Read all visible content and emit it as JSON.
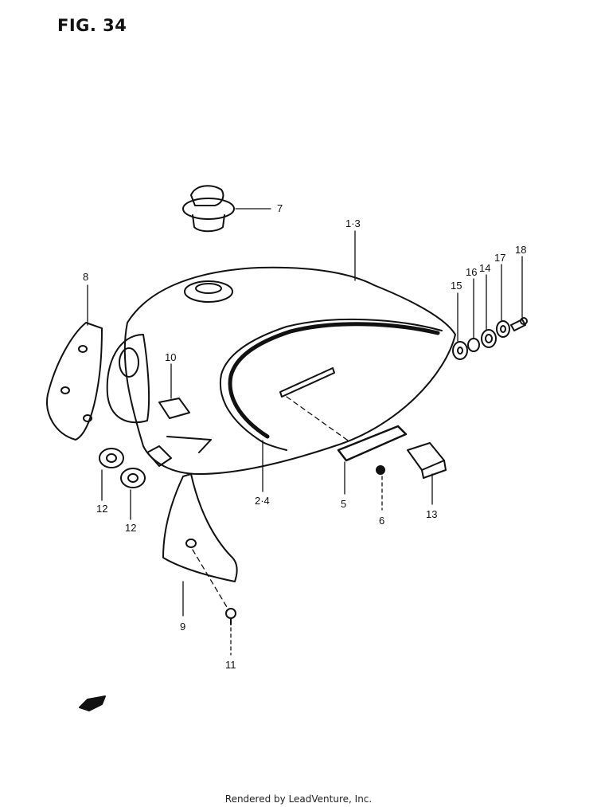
{
  "figure": {
    "title": "FIG. 34"
  },
  "callouts": {
    "c7": "7",
    "c13_a": "1·3",
    "c8": "8",
    "c15": "15",
    "c16": "16",
    "c14": "14",
    "c17": "17",
    "c18": "18",
    "c10": "10",
    "c12_a": "12",
    "c12_b": "12",
    "c24": "2·4",
    "c5": "5",
    "c6": "6",
    "c13": "13",
    "c9": "9",
    "c11": "11"
  },
  "footer": {
    "credit": "Rendered by LeadVenture, Inc."
  },
  "colors": {
    "ink": "#111111",
    "paper": "#ffffff"
  }
}
